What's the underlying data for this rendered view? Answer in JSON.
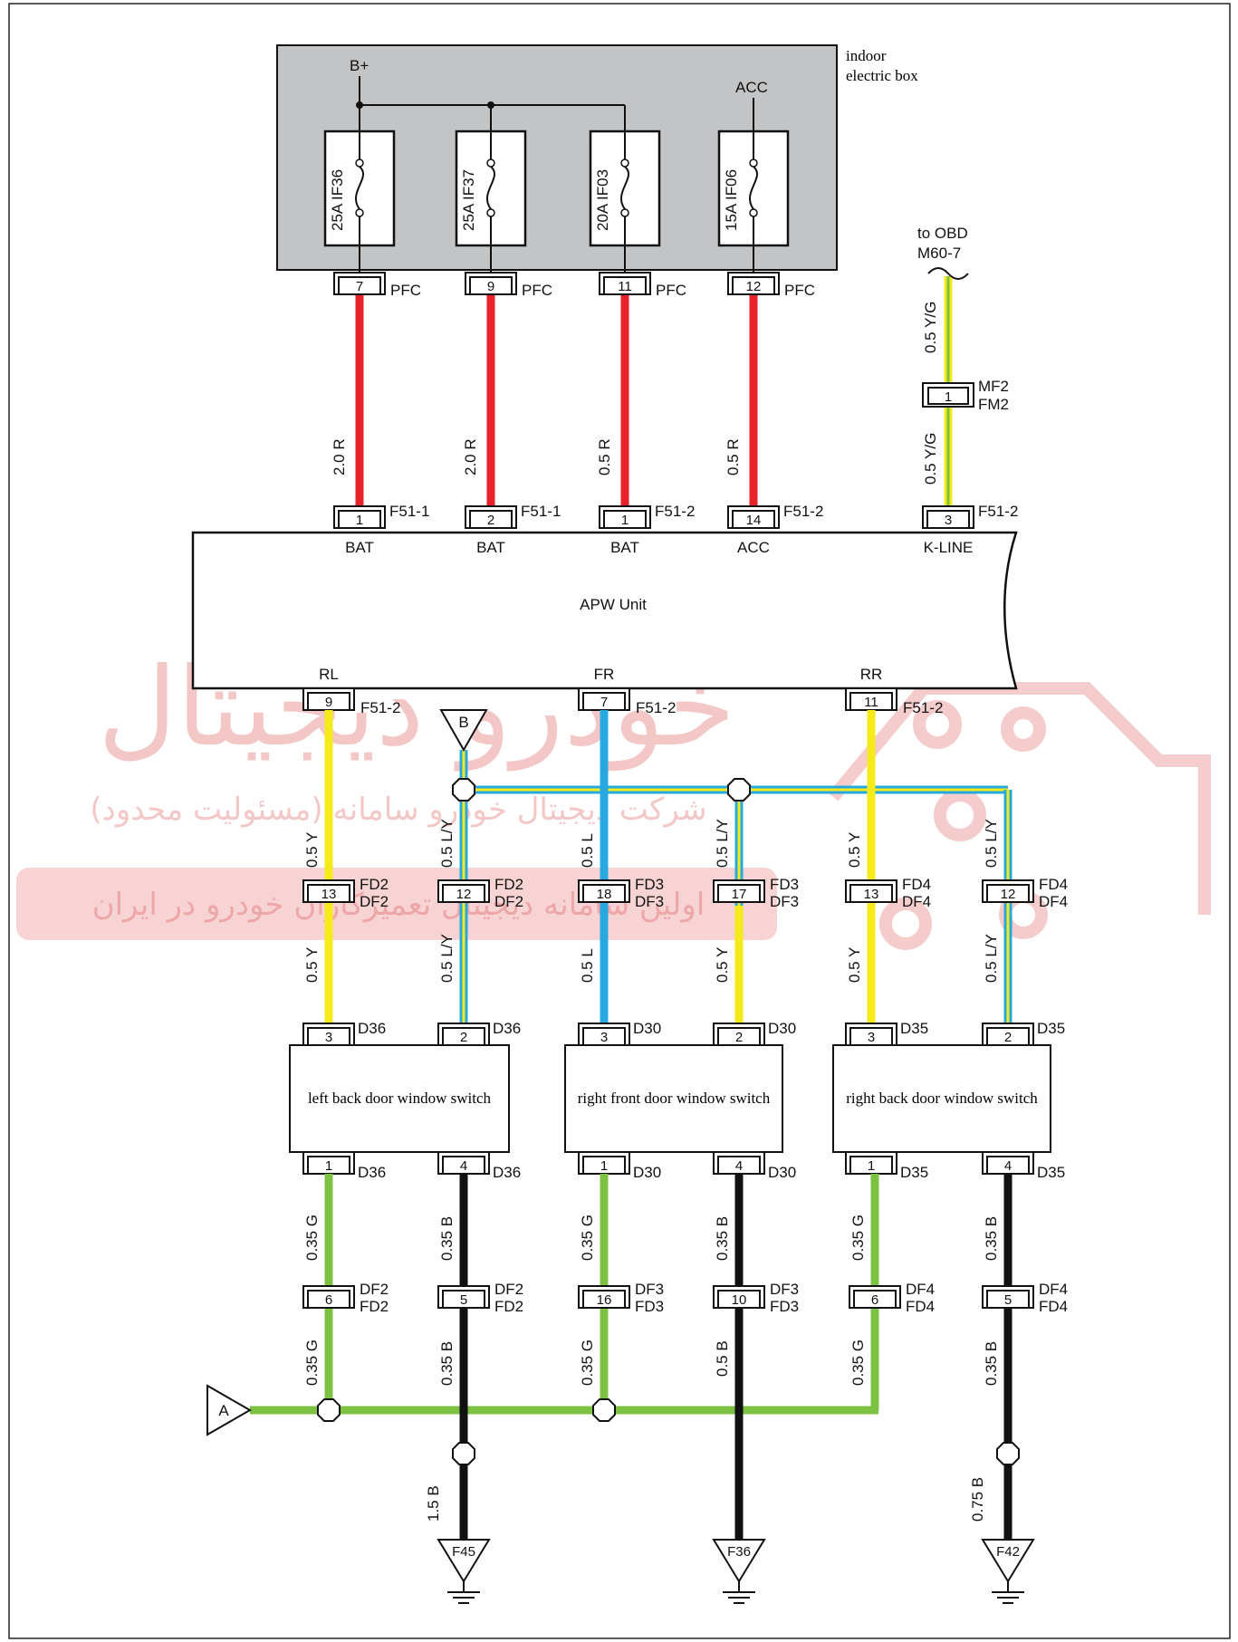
{
  "fuse_box": {
    "title_line1": "indoor",
    "title_line2": "electric box",
    "feed_bplus": "B+",
    "feed_acc": "ACC",
    "fuses": [
      {
        "rating": "25A",
        "id": "IF36",
        "pin": "7",
        "conn": "PFC"
      },
      {
        "rating": "25A",
        "id": "IF37",
        "pin": "9",
        "conn": "PFC"
      },
      {
        "rating": "20A",
        "id": "IF03",
        "pin": "11",
        "conn": "PFC"
      },
      {
        "rating": "15A",
        "id": "IF06",
        "pin": "12",
        "conn": "PFC"
      }
    ]
  },
  "obd": {
    "line1": "to OBD",
    "line2": "M60-7",
    "wire_upper": "0.5 Y/G",
    "wire_lower": "0.5 Y/G",
    "inline_pin": "1",
    "inline_conn1": "MF2",
    "inline_conn2": "FM2"
  },
  "supply_wires": [
    "2.0 R",
    "2.0 R",
    "0.5 R",
    "0.5 R"
  ],
  "apw": {
    "title": "APW Unit",
    "top_pins": [
      {
        "pin": "1",
        "conn": "F51-1",
        "name": "BAT"
      },
      {
        "pin": "2",
        "conn": "F51-1",
        "name": "BAT"
      },
      {
        "pin": "1",
        "conn": "F51-2",
        "name": "BAT"
      },
      {
        "pin": "14",
        "conn": "F51-2",
        "name": "ACC"
      },
      {
        "pin": "3",
        "conn": "F51-2",
        "name": "K-LINE"
      }
    ],
    "bottom_pins": [
      {
        "name": "RL",
        "pin": "9",
        "conn": "F51-2"
      },
      {
        "name": "FR",
        "pin": "7",
        "conn": "F51-2"
      },
      {
        "name": "RR",
        "pin": "11",
        "conn": "F51-2"
      }
    ]
  },
  "node_b": "B",
  "node_a": "A",
  "mid_wires": [
    {
      "upper": "0.5 Y",
      "lower": "0.5 Y",
      "pin": "13",
      "c1": "FD2",
      "c2": "DF2"
    },
    {
      "upper": "0.5 L/Y",
      "lower": "0.5 L/Y",
      "pin": "12",
      "c1": "FD2",
      "c2": "DF2"
    },
    {
      "upper": "0.5 L",
      "lower": "0.5 L",
      "pin": "18",
      "c1": "FD3",
      "c2": "DF3"
    },
    {
      "upper": "0.5 L/Y",
      "lower": "0.5 Y",
      "pin": "17",
      "c1": "FD3",
      "c2": "DF3"
    },
    {
      "upper": "0.5 Y",
      "lower": "0.5 Y",
      "pin": "13",
      "c1": "FD4",
      "c2": "DF4"
    },
    {
      "upper": "0.5 L/Y",
      "lower": "0.5 L/Y",
      "pin": "12",
      "c1": "FD4",
      "c2": "DF4"
    }
  ],
  "switches": [
    {
      "label": "left back door window switch",
      "conn": "D36",
      "in_pins": [
        "3",
        "2"
      ],
      "out_pins": [
        "1",
        "4"
      ]
    },
    {
      "label": "right front door window switch",
      "conn": "D30",
      "in_pins": [
        "3",
        "2"
      ],
      "out_pins": [
        "1",
        "4"
      ]
    },
    {
      "label": "right back door window switch",
      "conn": "D35",
      "in_pins": [
        "3",
        "2"
      ],
      "out_pins": [
        "1",
        "4"
      ]
    }
  ],
  "low_wires": [
    {
      "upper": "0.35 G",
      "lower": "0.35 G",
      "pin": "6",
      "c1": "DF2",
      "c2": "FD2"
    },
    {
      "upper": "0.35 B",
      "lower": "0.35 B",
      "pin": "5",
      "c1": "DF2",
      "c2": "FD2"
    },
    {
      "upper": "0.35 G",
      "lower": "0.35 G",
      "pin": "16",
      "c1": "DF3",
      "c2": "FD3"
    },
    {
      "upper": "0.35 B",
      "lower": "0.5 B",
      "pin": "10",
      "c1": "DF3",
      "c2": "FD3"
    },
    {
      "upper": "0.35 G",
      "lower": "0.35 G",
      "pin": "6",
      "c1": "DF4",
      "c2": "FD4"
    },
    {
      "upper": "0.35 B",
      "lower": "0.35 B",
      "pin": "5",
      "c1": "DF4",
      "c2": "FD4"
    }
  ],
  "grounds": [
    {
      "wire": "1.5 B",
      "name": "F45"
    },
    {
      "wire": "",
      "name": "F36"
    },
    {
      "wire": "0.75 B",
      "name": "F42"
    }
  ],
  "watermark": {
    "brand": "خودرو دیجیتال",
    "line1": "شرکت دیجیتال خودرو سامانه (مسئولیت محدود)",
    "line2": "اولین سامانه دیجیتال تعمیرکاران خودرو در ایران"
  },
  "colors": {
    "red_wire": "#e8222a",
    "yellow_wire": "#f5ea1b",
    "blue_wire": "#27a8e0",
    "green_wire": "#7cc242",
    "black_wire": "#111111",
    "fusebox_fill": "#c3c4c6"
  }
}
